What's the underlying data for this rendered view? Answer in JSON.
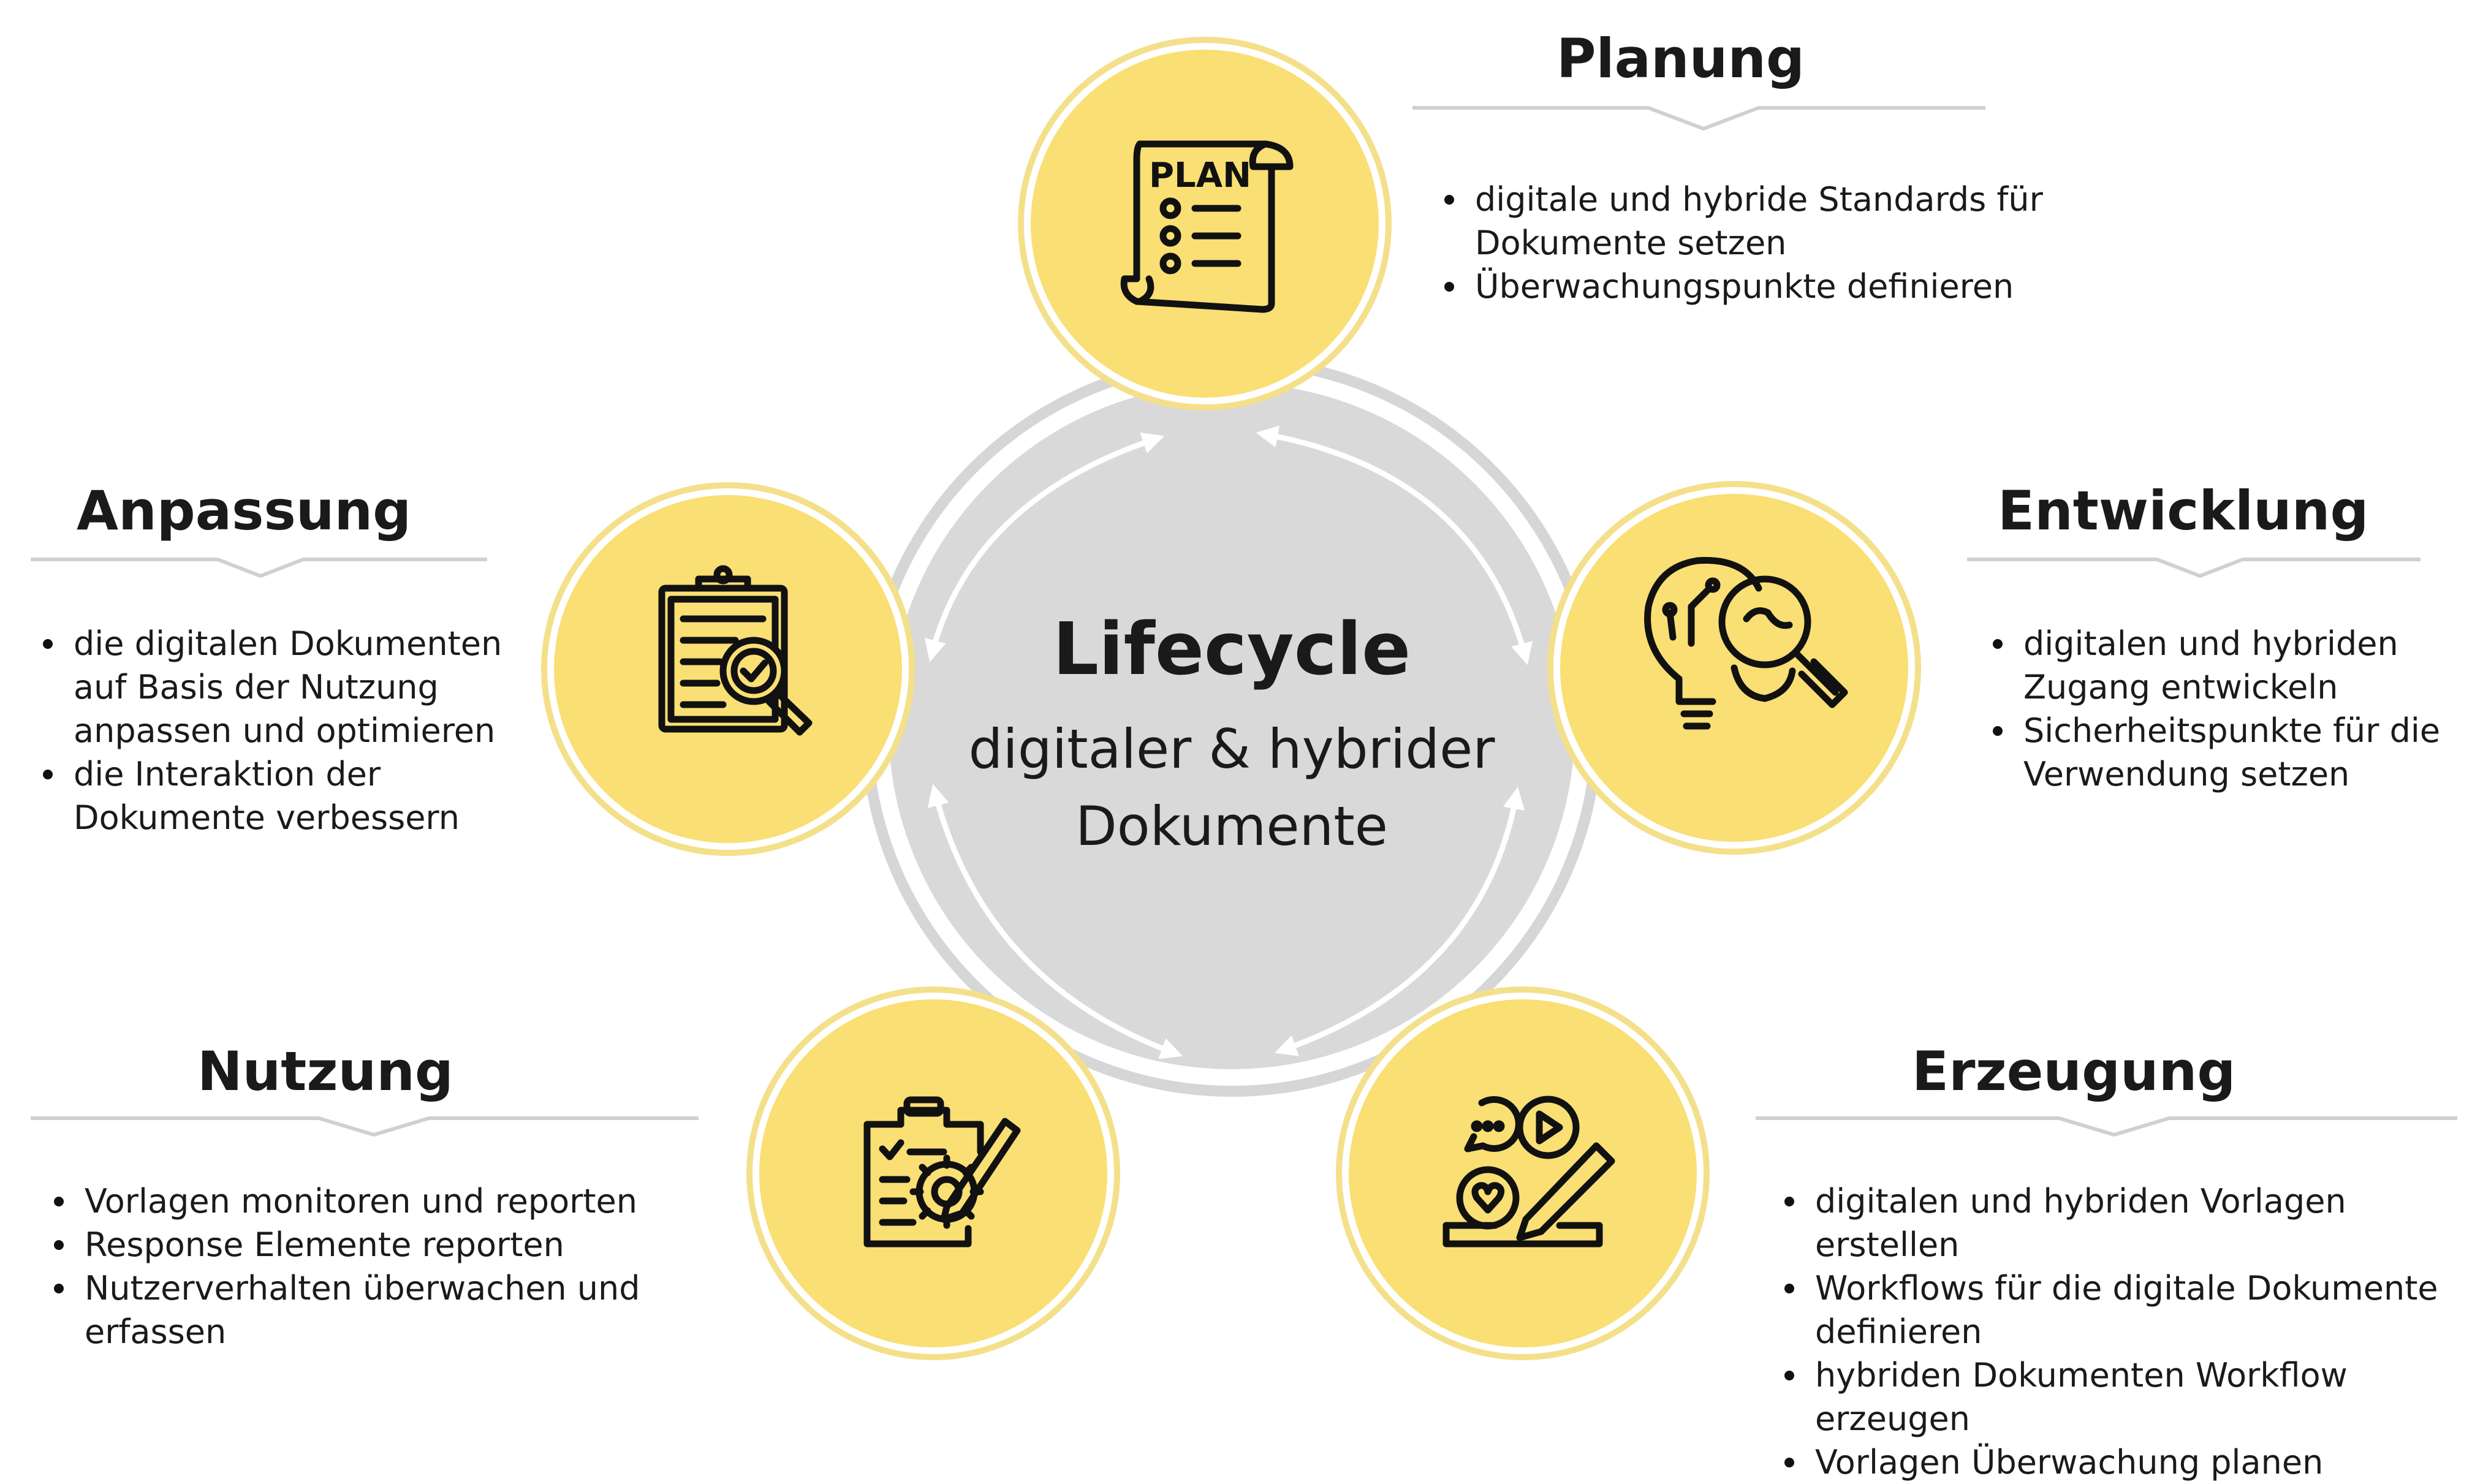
{
  "center": {
    "title": "Lifecycle",
    "subtitle_line1": "digitaler & hybrider",
    "subtitle_line2": "Dokumente"
  },
  "colors": {
    "node_fill": "#F9DF74",
    "node_ring": "#F4E08A",
    "center_fill": "#D9D9D9",
    "ring_gray": "#D6D6D6",
    "divider": "#D0D0D0",
    "arrow": "#FFFFFF",
    "icon_stroke": "#111111"
  },
  "stages": {
    "planung": {
      "title": "Planung",
      "icon": "plan-scroll-icon",
      "icon_text": "PLAN",
      "bullets": [
        "digitale und hybride Standards für",
        "Dokumente setzen",
        "Überwachungspunkte definieren"
      ]
    },
    "entwicklung": {
      "title": "Entwicklung",
      "icon": "lightbulb-gear-magnifier-icon",
      "bullets": [
        "digitalen und hybriden",
        "Zugang entwickeln",
        "Sicherheitspunkte für die",
        "Verwendung setzen"
      ]
    },
    "erzeugung": {
      "title": "Erzeugung",
      "icon": "content-creation-icon",
      "bullets": [
        "digitalen und hybriden Vorlagen erstellen",
        "Workflows für die digitale Dokumente",
        "definieren",
        "hybriden Dokumenten Workflow erzeugen",
        "Vorlagen Überwachung planen"
      ]
    },
    "nutzung": {
      "title": "Nutzung",
      "icon": "clipboard-gear-pencil-icon",
      "bullets": [
        "Vorlagen monitoren und reporten",
        "Response Elemente reporten",
        "Nutzerverhalten überwachen und",
        "erfassen"
      ]
    },
    "anpassung": {
      "title": "Anpassung",
      "icon": "clipboard-check-magnifier-icon",
      "bullets": [
        "die digitalen Dokumenten",
        "auf Basis der Nutzung",
        "anpassen und optimieren",
        "die Interaktion der",
        "Dokumente verbessern"
      ]
    }
  }
}
